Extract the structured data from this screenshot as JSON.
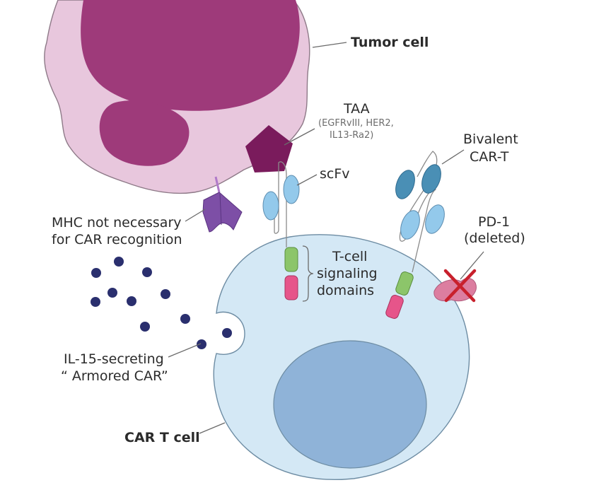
{
  "labels": {
    "tumor_cell": "Tumor cell",
    "taa": "TAA",
    "taa_detail_1": "(EGFRvIII, HER2,",
    "taa_detail_2": "IL13-Ra2)",
    "scfv": "scFv",
    "bivalent_1": "Bivalent",
    "bivalent_2": "CAR-T",
    "mhc_1": "MHC not necessary",
    "mhc_2": "for CAR recognition",
    "pd1_1": "PD-1",
    "pd1_2": "(deleted)",
    "signaling_1": "T-cell",
    "signaling_2": "signaling",
    "signaling_3": "domains",
    "il15_1": "IL-15-secreting",
    "il15_2": "“ Armored CAR”",
    "car_t_cell": "CAR T cell"
  },
  "colors": {
    "tumor_membrane": "#e8c7dd",
    "tumor_nucleus": "#9e3a7a",
    "taa": "#7a1b5c",
    "mhc": "#7d4fa6",
    "t_cell_body": "#d4e8f5",
    "t_cell_nucleus": "#8fb3d8",
    "scfv": "#93c9eb",
    "bivalent_scfv": "#4a8fb5",
    "signaling_green": "#8cc56a",
    "signaling_pink": "#e6558a",
    "pd1": "#dc7ea0",
    "pd1_cross": "#c8202c",
    "il15_dots": "#2a2f6e"
  }
}
